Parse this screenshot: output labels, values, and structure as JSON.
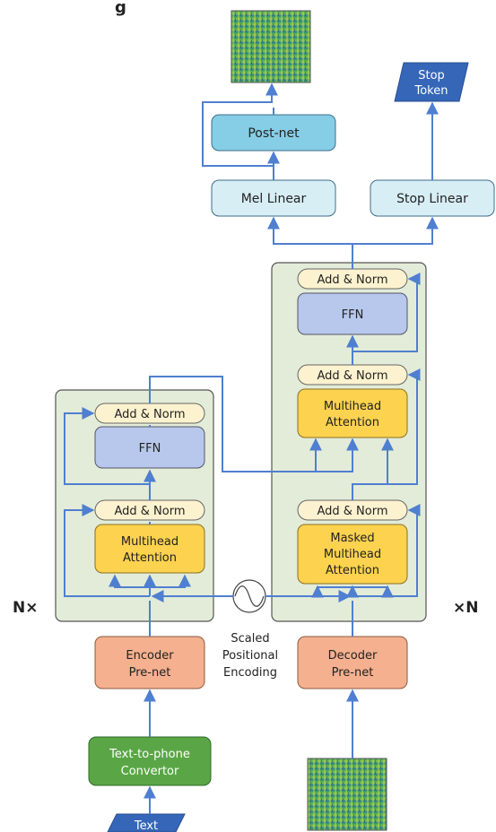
{
  "header_fragment": "g",
  "repeat_labels": {
    "encoder": "N×",
    "decoder": "×N"
  },
  "blocks": {
    "text_input": "Text",
    "text_to_phone": [
      "Text-to-phone",
      "Convertor"
    ],
    "encoder_prenet": [
      "Encoder",
      "Pre-net"
    ],
    "decoder_prenet": [
      "Decoder",
      "Pre-net"
    ],
    "positional_encoding": [
      "Scaled",
      "Positional",
      "Encoding"
    ],
    "enc_addnorm_1": "Add & Norm",
    "enc_addnorm_2": "Add & Norm",
    "enc_ffn": "FFN",
    "enc_attention": [
      "Multihead",
      "Attention"
    ],
    "dec_addnorm_1": "Add & Norm",
    "dec_addnorm_2": "Add & Norm",
    "dec_addnorm_3": "Add & Norm",
    "dec_ffn": "FFN",
    "dec_attention": [
      "Multihead",
      "Attention"
    ],
    "dec_masked_attention": [
      "Masked",
      "Multihead",
      "Attention"
    ],
    "mel_linear": "Mel Linear",
    "stop_linear": "Stop Linear",
    "post_net": "Post-net",
    "stop_token": [
      "Stop",
      "Token"
    ]
  },
  "colors": {
    "arrow": "#4f7fd0",
    "container_fill": "#e3ecd8",
    "addnorm_fill": "#fdf2cf",
    "ffn_fill": "#b8c8ec",
    "attention_fill": "#fcd24f",
    "prenet_fill": "#f4b08f",
    "convertor_fill": "#5aa646",
    "linear_fill": "#d7eef5",
    "postnet_fill": "#86cde6",
    "token_fill": "#3566b8"
  }
}
